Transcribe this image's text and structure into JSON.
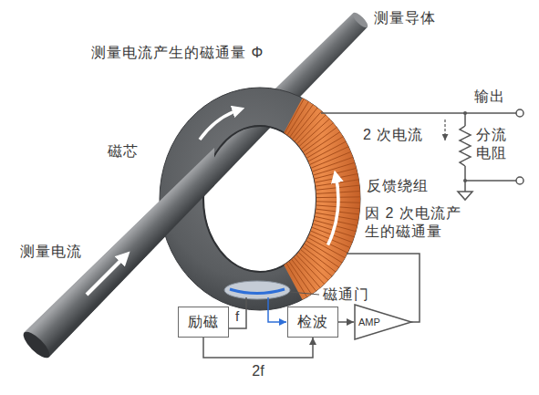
{
  "diagram": {
    "nodes": [
      {
        "text": [
          "励磁"
        ]
      },
      {
        "text": [
          "检波"
        ]
      },
      {
        "text": [
          "AMP"
        ]
      }
    ],
    "edges": [
      {
        "from": 0,
        "to": 1,
        "label": "2f",
        "arrow": "to"
      },
      {
        "from": 1,
        "to": 2,
        "arrow": "to"
      }
    ],
    "labels": [
      "测量导体",
      "测量电流产生的磁通量 Φ",
      "磁芯",
      "测量电流",
      "输出",
      "2 次电流",
      "分流 电阻",
      "反馈绕组",
      "因 2 次电流产 生的磁通量",
      "磁通门",
      "f"
    ]
  }
}
